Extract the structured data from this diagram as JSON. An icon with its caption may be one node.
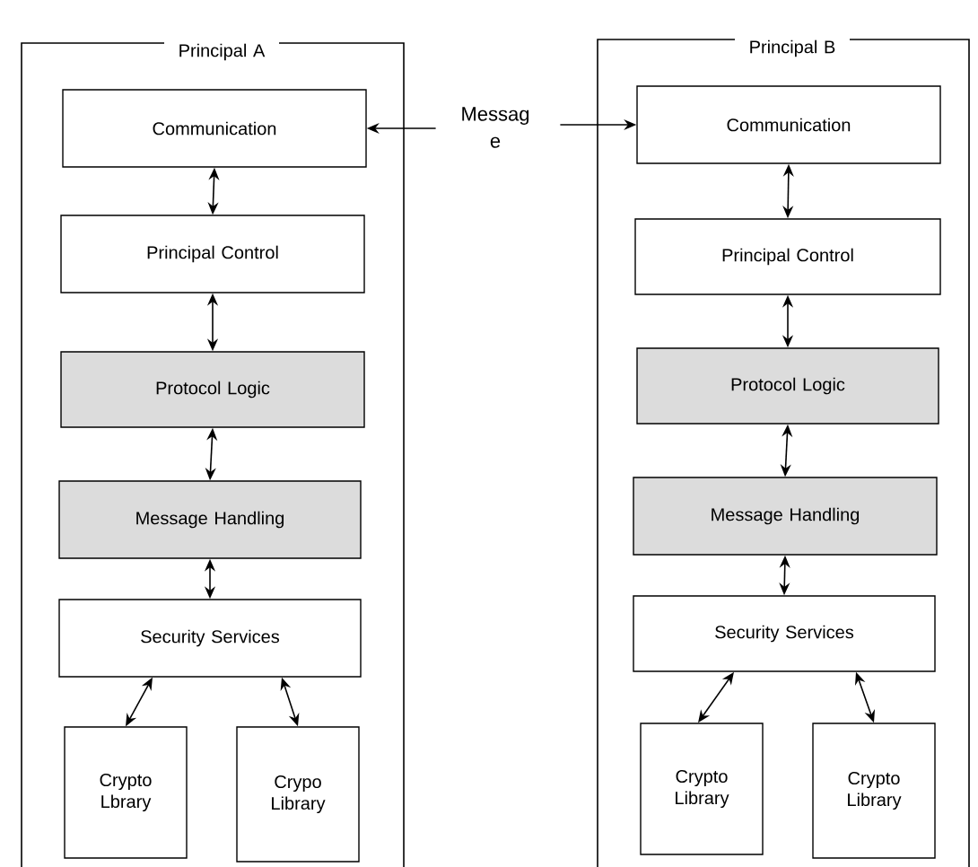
{
  "diagram": {
    "nodes": [
      {
        "text": [
          "Principal A"
        ]
      },
      {
        "text": [
          "Communication"
        ],
        "in": 0
      },
      {
        "text": [
          "Principal Control"
        ],
        "in": 0
      },
      {
        "text": [
          "Protocol Logic"
        ],
        "in": 0
      },
      {
        "text": [
          "Message Handling"
        ],
        "in": 0
      },
      {
        "text": [
          "Security Services"
        ],
        "in": 0
      },
      {
        "text": [
          "Crypto Lbrary"
        ],
        "in": 0
      },
      {
        "text": [
          "Crypo Library"
        ],
        "in": 0
      },
      {
        "text": [
          "Principal B"
        ]
      },
      {
        "text": [
          "Communication"
        ],
        "in": 8
      },
      {
        "text": [
          "Principal Control"
        ],
        "in": 8
      },
      {
        "text": [
          "Protocol Logic"
        ],
        "in": 8
      },
      {
        "text": [
          "Message Handling"
        ],
        "in": 8
      },
      {
        "text": [
          "Security Services"
        ],
        "in": 8
      },
      {
        "text": [
          "Crypto Library"
        ],
        "in": 8
      },
      {
        "text": [
          "Crypto Library"
        ],
        "in": 8
      },
      {
        "text": [
          "Messag e"
        ]
      }
    ],
    "edges": [
      {
        "from": 16,
        "to": 1,
        "arrow": "to"
      },
      {
        "from": 16,
        "to": 9,
        "arrow": "to"
      },
      {
        "from": 1,
        "to": 2,
        "arrow": "both"
      },
      {
        "from": 2,
        "to": 3,
        "arrow": "both"
      },
      {
        "from": 3,
        "to": 4,
        "arrow": "both"
      },
      {
        "from": 4,
        "to": 5,
        "arrow": "both"
      },
      {
        "from": 5,
        "to": 6,
        "arrow": "both"
      },
      {
        "from": 5,
        "to": 7,
        "arrow": "both"
      },
      {
        "from": 9,
        "to": 10,
        "arrow": "both"
      },
      {
        "from": 10,
        "to": 11,
        "arrow": "both"
      },
      {
        "from": 11,
        "to": 12,
        "arrow": "both"
      },
      {
        "from": 12,
        "to": 13,
        "arrow": "both"
      },
      {
        "from": 13,
        "to": 14,
        "arrow": "both"
      },
      {
        "from": 13,
        "to": 15,
        "arrow": "both"
      }
    ]
  }
}
